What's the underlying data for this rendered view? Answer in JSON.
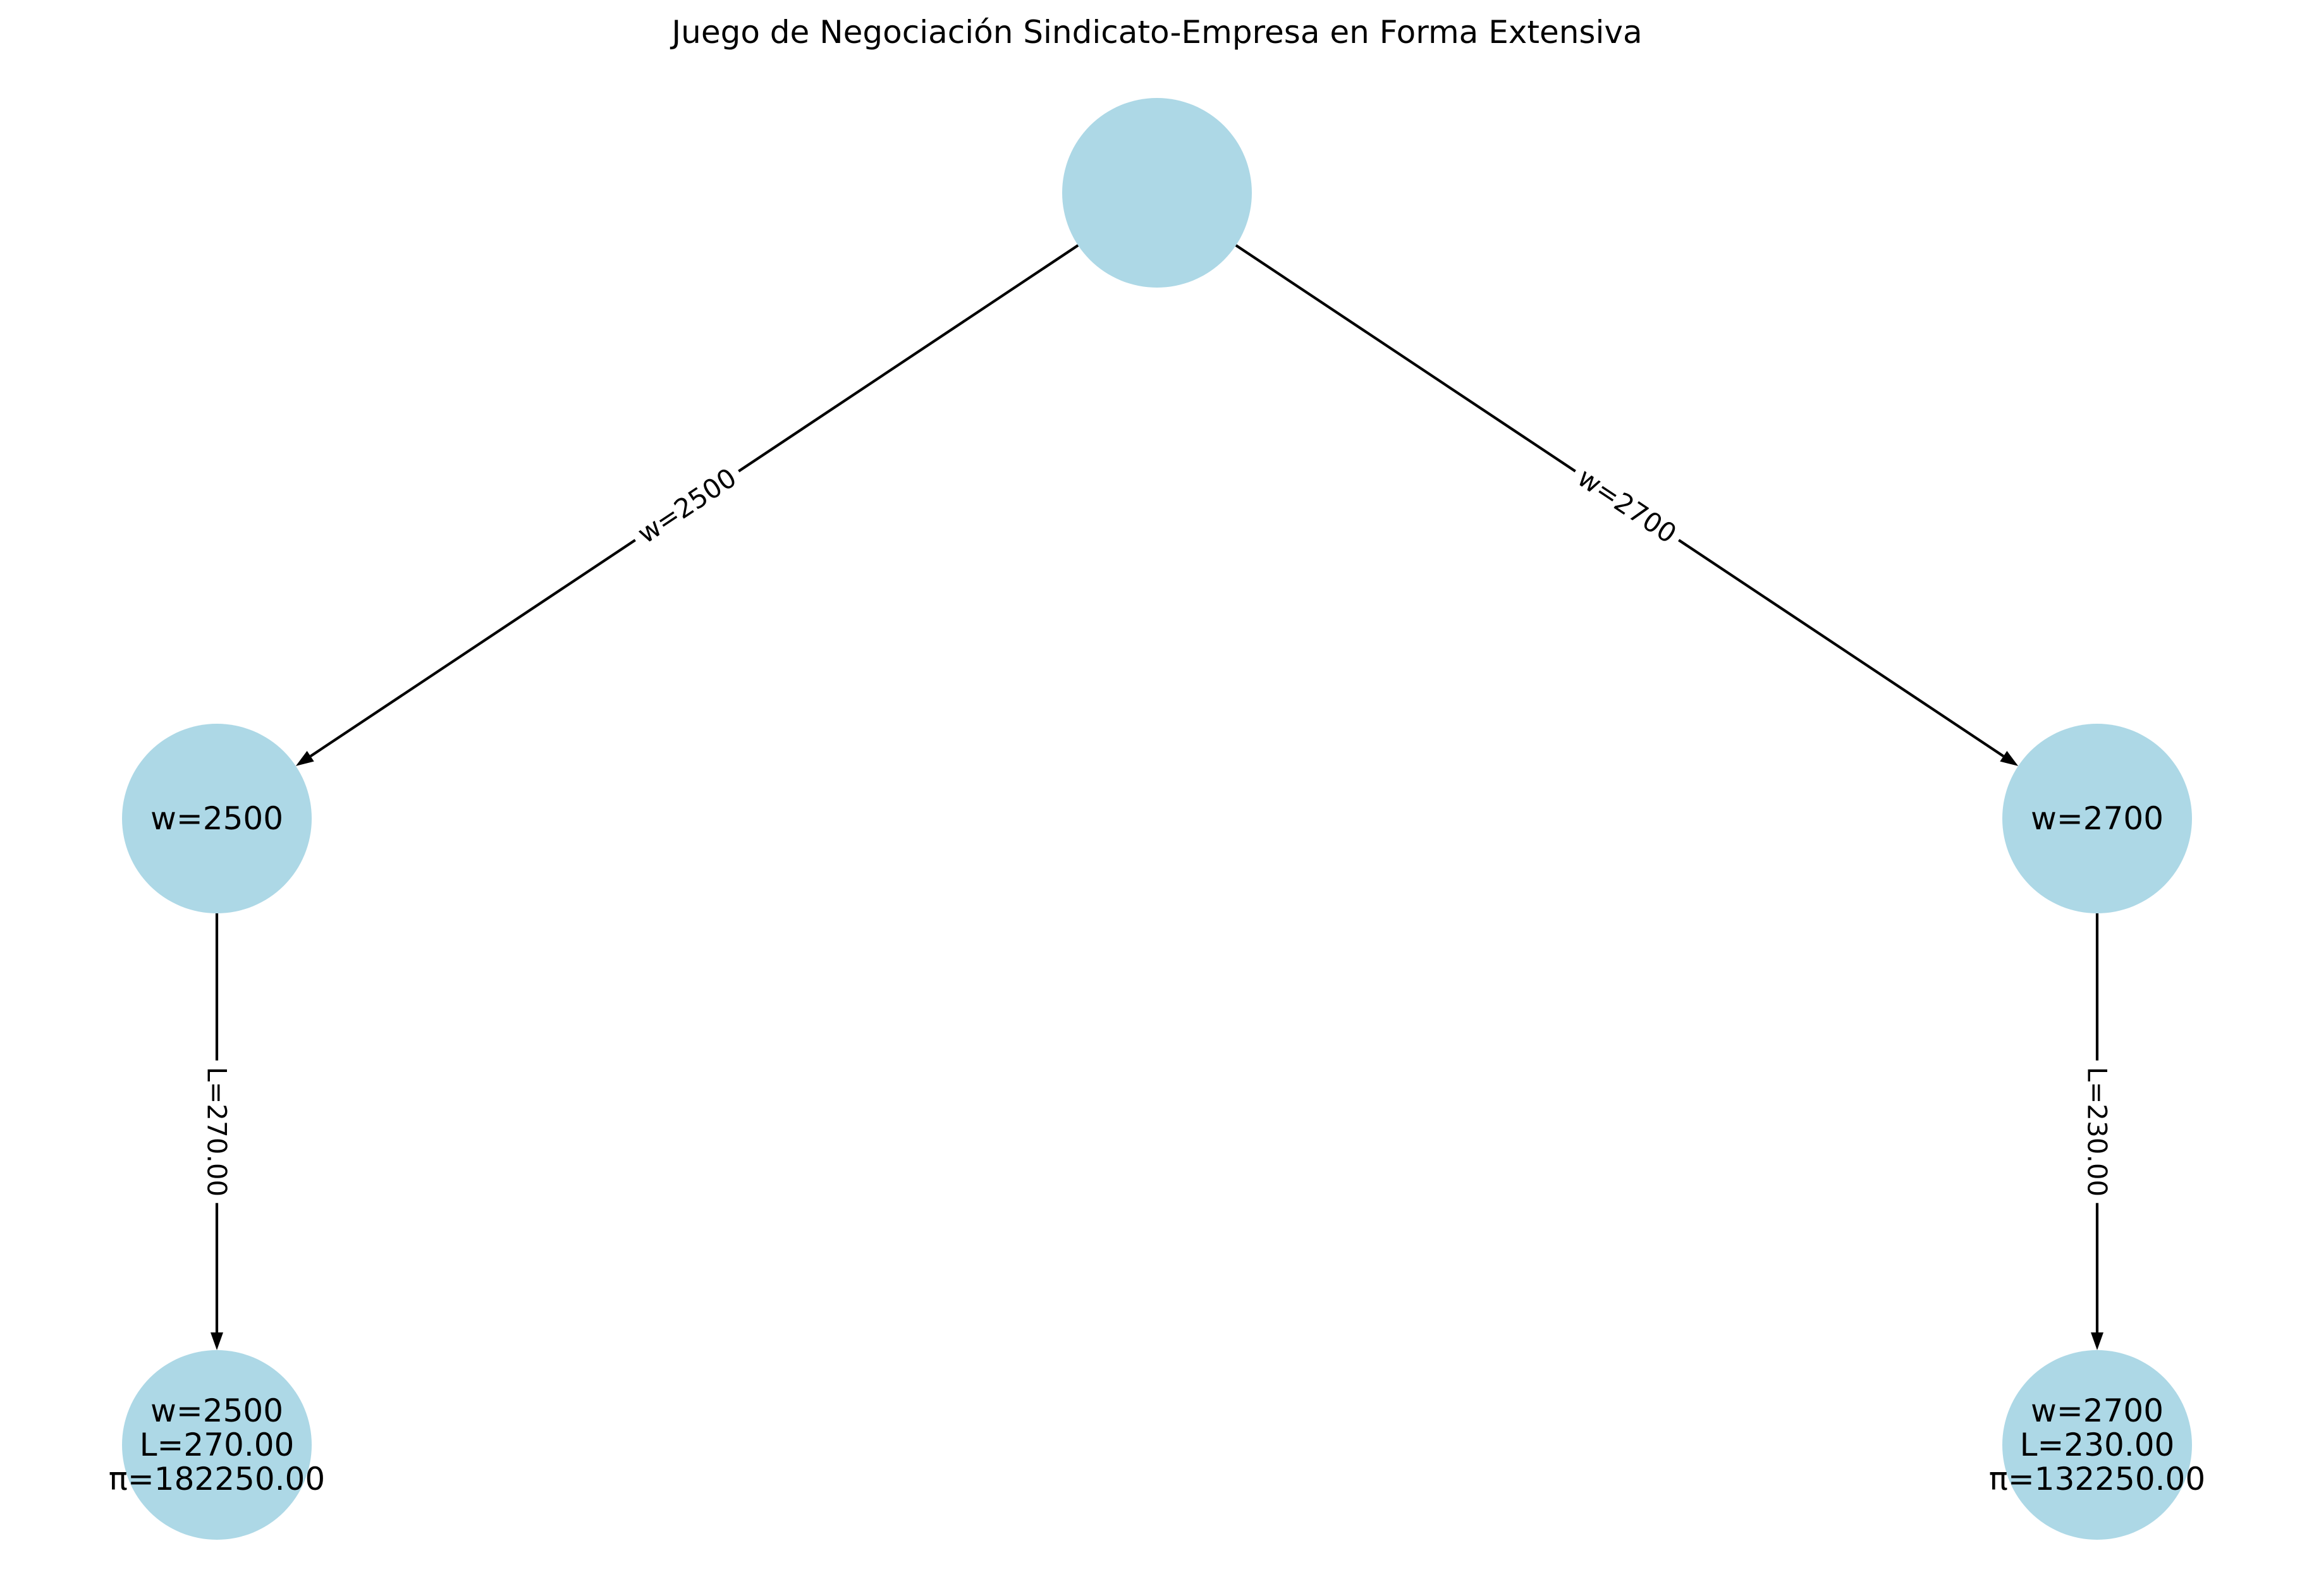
{
  "title": "Juego de Negociación Sindicato-Empresa en Forma Extensiva",
  "colors": {
    "node_fill": "#add8e6",
    "edge": "#000000",
    "text": "#000000",
    "background": "#ffffff"
  },
  "nodes": [
    {
      "id": "root",
      "lines": []
    },
    {
      "id": "w2500",
      "lines": [
        "w=2500"
      ]
    },
    {
      "id": "w2700",
      "lines": [
        "w=2700"
      ]
    },
    {
      "id": "leaf2500",
      "lines": [
        "w=2500",
        "L=270.00",
        "π=182250.00"
      ]
    },
    {
      "id": "leaf2700",
      "lines": [
        "w=2700",
        "L=230.00",
        "π=132250.00"
      ]
    }
  ],
  "edges": [
    {
      "id": "root-w2500",
      "from": "root",
      "to": "w2500",
      "label": "w=2500"
    },
    {
      "id": "root-w2700",
      "from": "root",
      "to": "w2700",
      "label": "w=2700"
    },
    {
      "id": "w2500-leaf",
      "from": "w2500",
      "to": "leaf2500",
      "label": "L=270.00"
    },
    {
      "id": "w2700-leaf",
      "from": "w2700",
      "to": "leaf2700",
      "label": "L=230.00"
    }
  ]
}
